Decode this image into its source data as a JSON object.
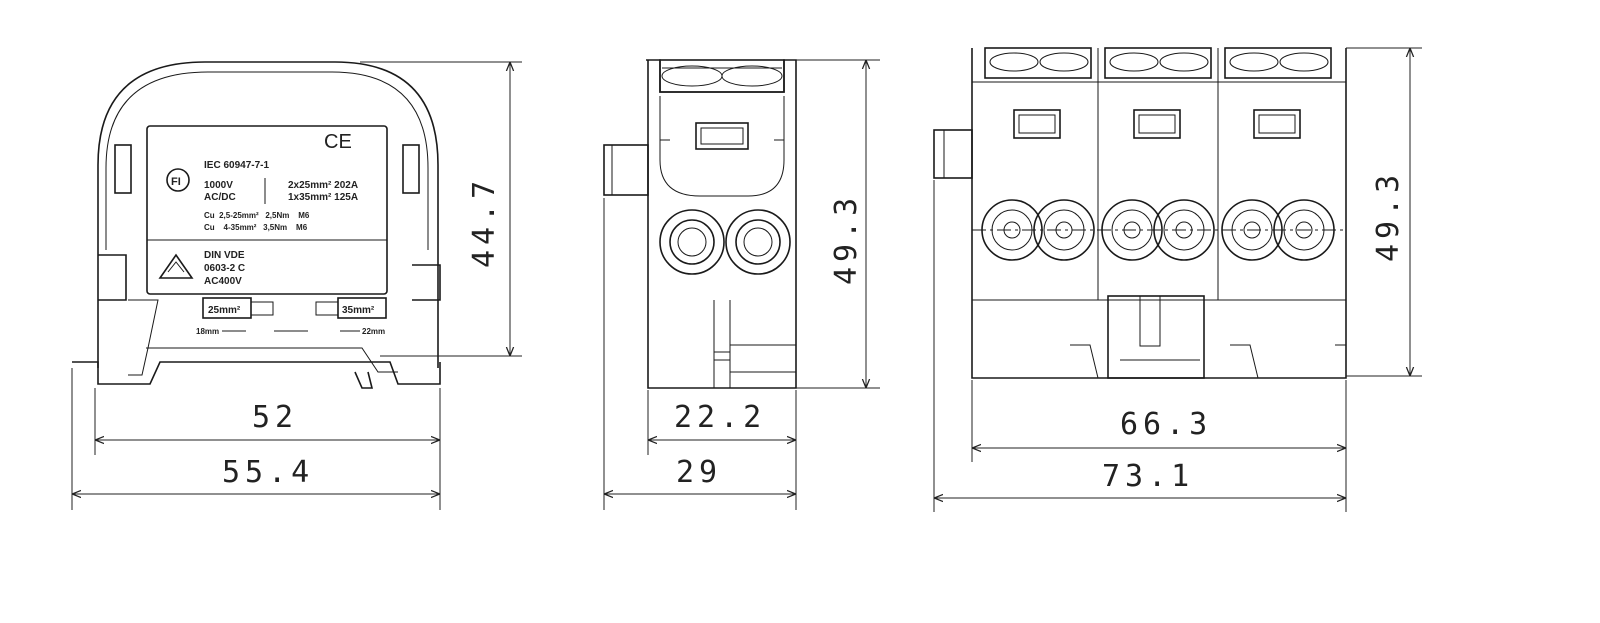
{
  "front_view": {
    "label_panel": {
      "ce_mark": "CE",
      "fi_logo": "FI",
      "standard": "IEC 60947-7-1",
      "voltage_line1": "1000V",
      "voltage_line2": "AC/DC",
      "rating_line1": "2x25mm² 202A",
      "rating_line2": "1x35mm² 125A",
      "cu_row1": "Cu  2,5-25mm²   2,5Nm    M6",
      "cu_row2": "Cu    4-35mm²   3,5Nm    M6",
      "din_line1": "DIN VDE",
      "din_line2": "0603-2 C",
      "din_line3": "AC400V",
      "tag_left": "25mm²",
      "tag_right": "35mm²",
      "strip_left": "18mm",
      "strip_right": "22mm"
    },
    "dims": {
      "height": "44.7",
      "inner_width": "52",
      "outer_width": "55.4"
    }
  },
  "side_view": {
    "dims": {
      "height": "49.3",
      "inner_width": "22.2",
      "outer_width": "29"
    }
  },
  "top_view": {
    "dims": {
      "height": "49.3",
      "inner_width": "66.3",
      "outer_width": "73.1"
    }
  },
  "colors": {
    "line": "#1a1a1a",
    "background": "#ffffff"
  }
}
